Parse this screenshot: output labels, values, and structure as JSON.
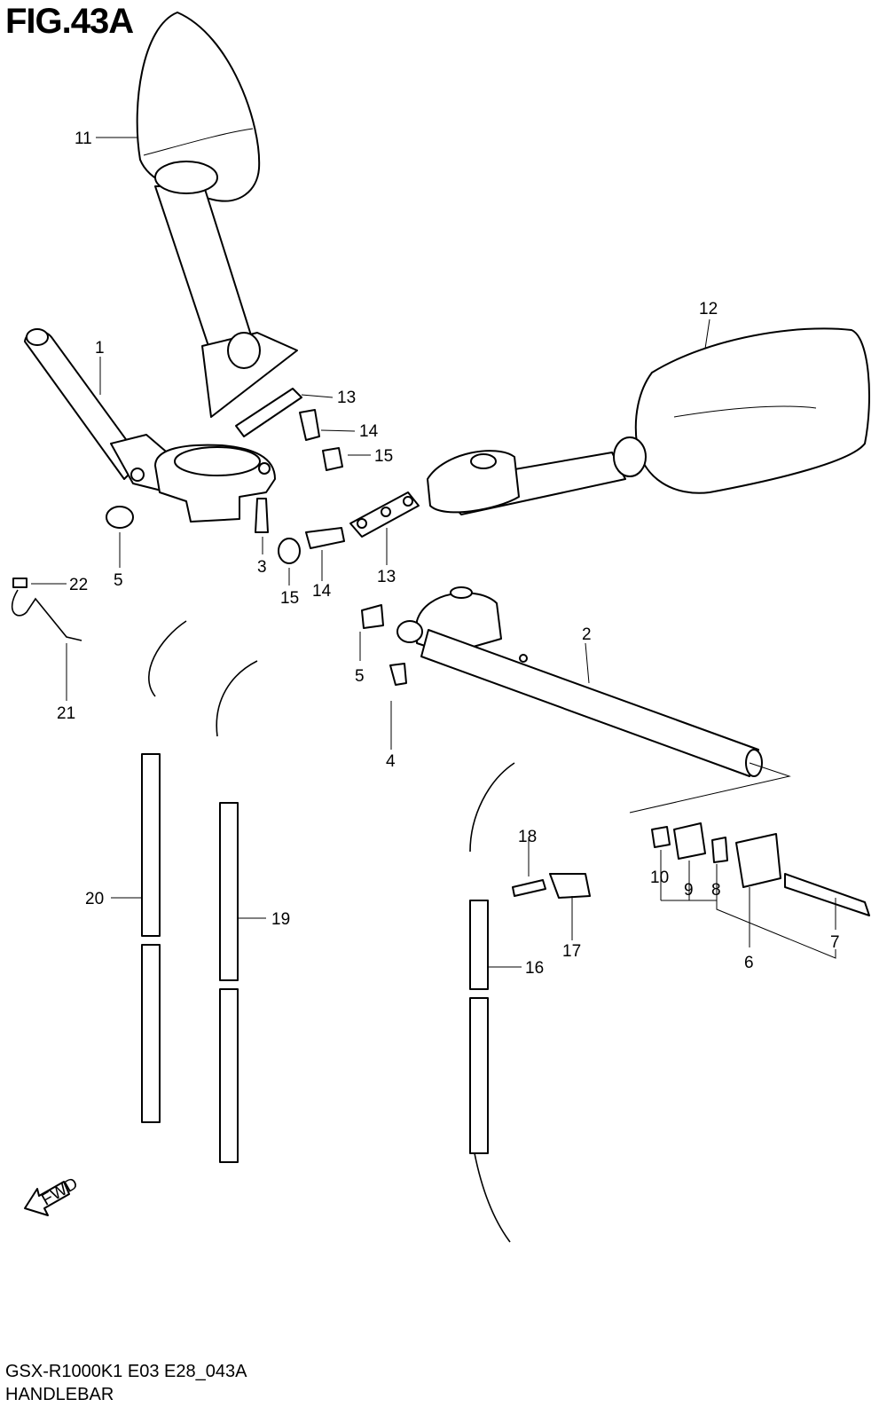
{
  "figure": {
    "title": "FIG.43A"
  },
  "footer": {
    "code": "GSX-R1000K1 E03 E28_043A",
    "name": "HANDLEBAR"
  },
  "fwd_label": "FWD",
  "callouts": {
    "c1": "1",
    "c2": "2",
    "c3": "3",
    "c4": "4",
    "c5a": "5",
    "c5b": "5",
    "c6": "6",
    "c7": "7",
    "c8": "8",
    "c9": "9",
    "c10": "10",
    "c11": "11",
    "c12": "12",
    "c13a": "13",
    "c13b": "13",
    "c14a": "14",
    "c14b": "14",
    "c15a": "15",
    "c15b": "15",
    "c16": "16",
    "c17": "17",
    "c18": "18",
    "c19": "19",
    "c20": "20",
    "c21": "21",
    "c22": "22"
  }
}
